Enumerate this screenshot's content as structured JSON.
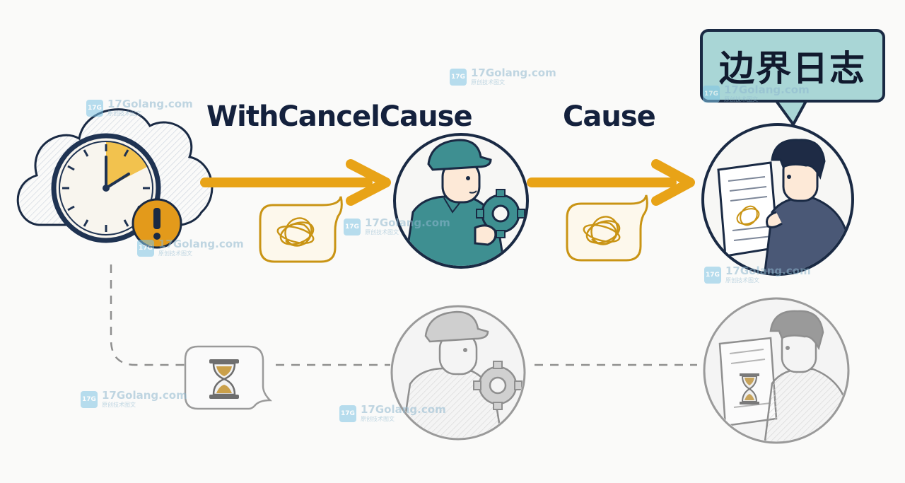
{
  "labels": {
    "with_cancel_cause": "WithCancelCause",
    "cause": "Cause",
    "boundary_log": "边界日志"
  },
  "watermark": {
    "brand": "17Golang.com",
    "tagline": "原创技术图文",
    "badge": "17G"
  },
  "icons": {
    "timer": "clock-in-cloud-icon",
    "alert": "exclamation-icon",
    "worker": "worker-with-gear-icon",
    "reader": "person-reading-document-icon",
    "tangle": "tangled-scribble-icon",
    "hourglass": "hourglass-icon"
  },
  "colors": {
    "arrow": "#e8a317",
    "ink": "#14213d",
    "teal": "#3b8a8c",
    "callout": "#a9d6d6",
    "muted": "#9a9a9a"
  }
}
